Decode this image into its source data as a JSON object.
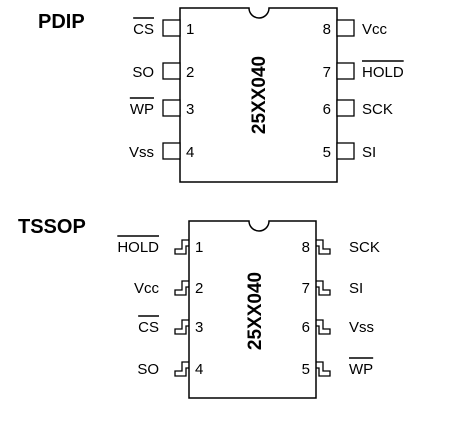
{
  "packages": [
    {
      "title": "PDIP",
      "part": "25XX040",
      "pin_style": "square",
      "left_pins": [
        {
          "num": "1",
          "name": "CS",
          "overbar": true
        },
        {
          "num": "2",
          "name": "SO",
          "overbar": false
        },
        {
          "num": "3",
          "name": "WP",
          "overbar": true
        },
        {
          "num": "4",
          "name": "Vss",
          "overbar": false
        }
      ],
      "right_pins": [
        {
          "num": "8",
          "name": "Vcc",
          "overbar": false
        },
        {
          "num": "7",
          "name": "HOLD",
          "overbar": true
        },
        {
          "num": "6",
          "name": "SCK",
          "overbar": false
        },
        {
          "num": "5",
          "name": "SI",
          "overbar": false
        }
      ]
    },
    {
      "title": "TSSOP",
      "part": "25XX040",
      "pin_style": "gullwing",
      "left_pins": [
        {
          "num": "1",
          "name": "HOLD",
          "overbar": true
        },
        {
          "num": "2",
          "name": "Vcc",
          "overbar": false
        },
        {
          "num": "3",
          "name": "CS",
          "overbar": true
        },
        {
          "num": "4",
          "name": "SO",
          "overbar": false
        }
      ],
      "right_pins": [
        {
          "num": "8",
          "name": "SCK",
          "overbar": false
        },
        {
          "num": "7",
          "name": "SI",
          "overbar": false
        },
        {
          "num": "6",
          "name": "Vss",
          "overbar": false
        },
        {
          "num": "5",
          "name": "WP",
          "overbar": true
        }
      ]
    }
  ]
}
